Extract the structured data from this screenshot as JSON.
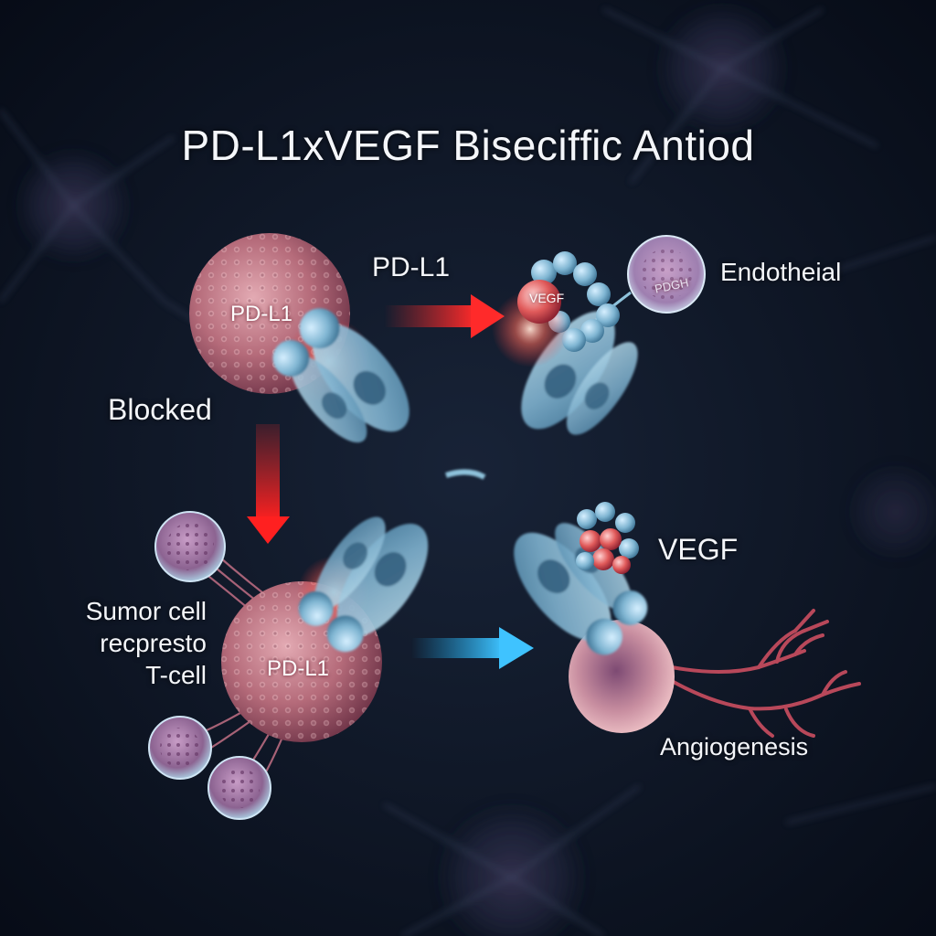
{
  "title": "PD-L1xVEGF Bisecifﬁc Antiod",
  "labels": {
    "pdl1_top": "PD-L1",
    "endotheial": "Endotheial",
    "blocked": "Blocked",
    "vegf_right": "VEGF",
    "angiogenesis": "Angiogenesis",
    "sumor_lines": [
      "Sumor cell",
      "recpresto",
      "T-cell"
    ]
  },
  "cell_labels": {
    "pdl1_top_cell": "PD-L1",
    "pdl1_bottom_cell": "PD-L1",
    "vegf_bead": "VEGF",
    "pdgh_cell": "PDGH"
  },
  "colors": {
    "background": "#0b1220",
    "antibody": "#8fc3dc",
    "antibody_dark": "#2c5877",
    "tumor_cell": "#c9808e",
    "arrow_red": "#e02a2a",
    "arrow_blue": "#1aa6e8",
    "vessel": "#b8485a"
  },
  "icons": {
    "arrow_red_right": "arrow-right",
    "arrow_red_down": "arrow-down",
    "arrow_blue_right": "arrow-right"
  }
}
